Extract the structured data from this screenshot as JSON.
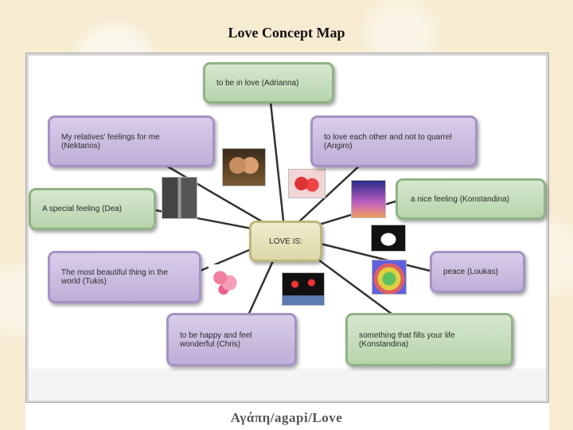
{
  "title": "Love Concept Map",
  "footer": "Αγάπη/agapi/Love",
  "center": "LOVE IS:",
  "nodes": {
    "adrianna": "to be in love (Adrianna)",
    "nektarios": "My relatives' feelings for me (Nektarios)",
    "angiro": "to love each other and not to quarrel (Angiro)",
    "dea": "A special feeling (Dea)",
    "konstandina1": "a nice feeling (Konstandina)",
    "tukis": "The most beautiful thing in the world (Tukis)",
    "loukas": "peace (Loukas)",
    "chris": "to be happy and feel wonderful (Chris)",
    "konstandina2": "something that fills your life (Konstandina)"
  },
  "images": [
    "teddy-bears-photo",
    "children-photo",
    "roses-photo",
    "hands-heart-photo",
    "black-white-hands-heart-photo",
    "rainbow-heart-photo",
    "pink-hearts-photo",
    "couple-hearts-photo"
  ],
  "colors": {
    "green_node": "#b8d4ac",
    "purple_node": "#bfaed7",
    "center_node": "#ddd8a8",
    "lines": "#333333"
  }
}
